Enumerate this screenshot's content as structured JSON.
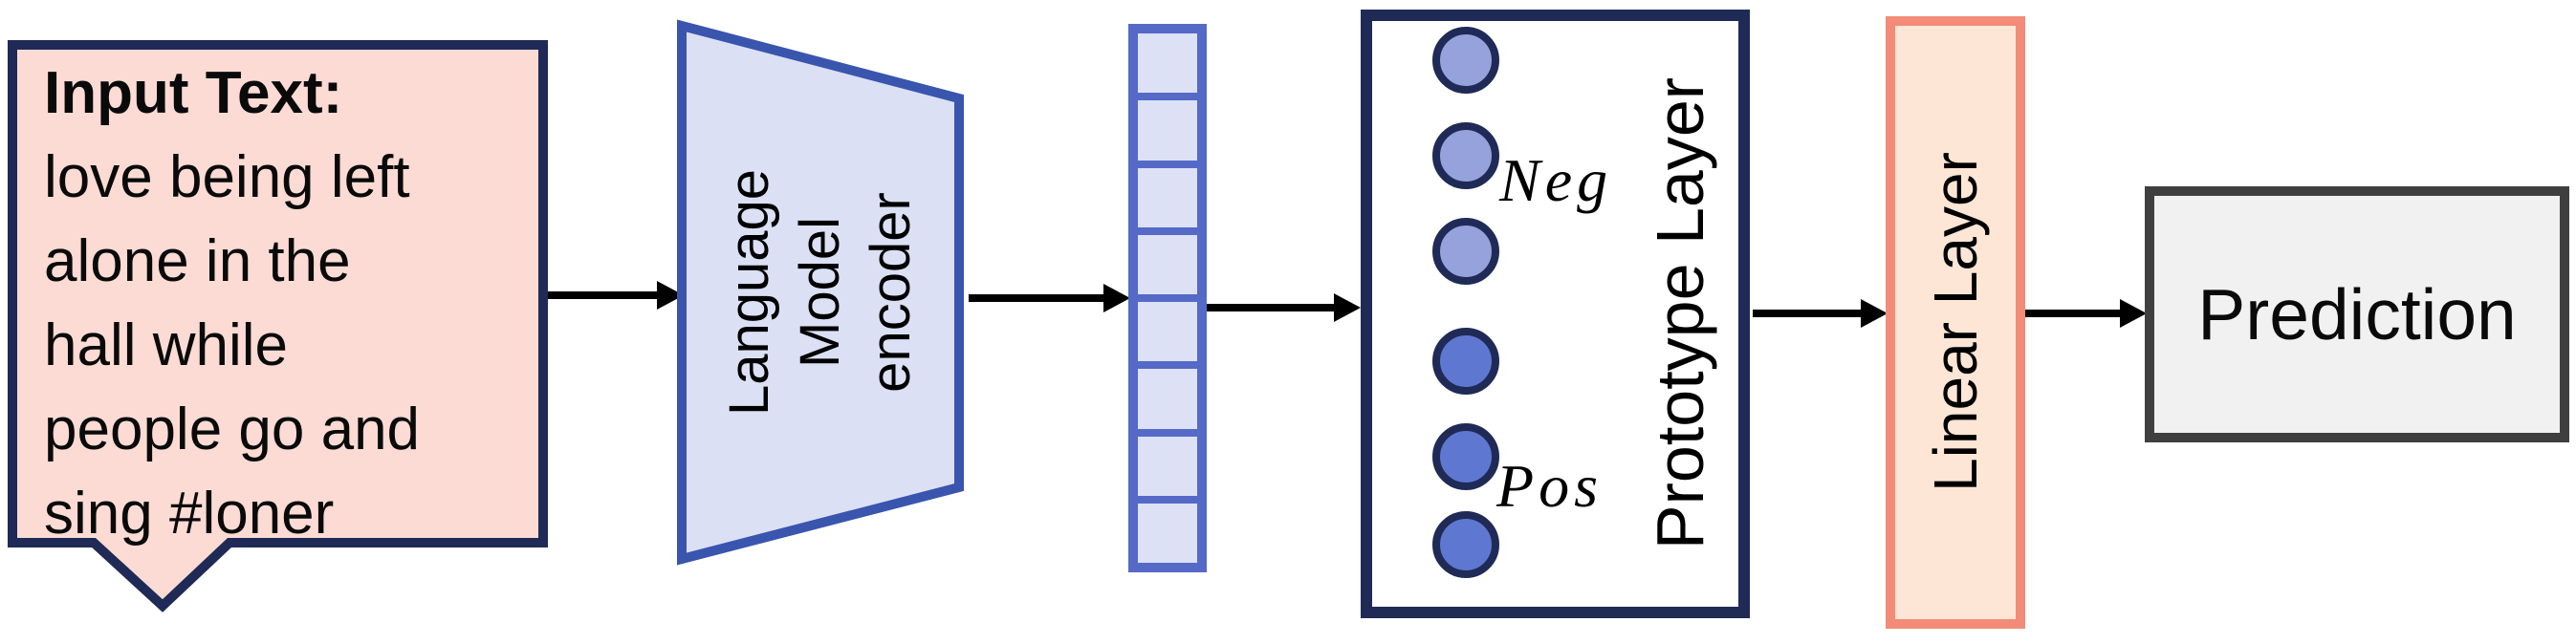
{
  "bubble": {
    "title": "Input Text:",
    "lines": [
      "love being left",
      "alone in the",
      "hall while",
      "people go and",
      "sing #loner"
    ]
  },
  "encoder": {
    "lines": [
      "Language",
      "Model",
      "encoder"
    ]
  },
  "embedding": {
    "cell_count": 8
  },
  "prototype": {
    "label": "Prototype Layer",
    "neg_label": "Neg",
    "pos_label": "Pos",
    "neg_circle_count": 3,
    "pos_circle_count": 3
  },
  "linear": {
    "label": "Linear Layer"
  },
  "prediction": {
    "label": "Prediction"
  },
  "colors": {
    "background": "#FFFFFF",
    "bubble_fill": "#FBDBD4",
    "bubble_border": "#1F2A56",
    "encoder_fill": "#DBE0F4",
    "encoder_border": "#3955AE",
    "vector_fill": "#DCE1F5",
    "vector_border": "#5569C7",
    "prototype_box_border": "#1F2A56",
    "prototype_neg_fill": "#96A2DB",
    "prototype_pos_fill": "#5E78D2",
    "linear_fill": "#FDE6D5",
    "linear_border": "#F28B78",
    "prediction_fill": "#F1F1F1",
    "prediction_border": "#3F3F3F",
    "arrow": "#000000",
    "text": "#0A0A0A"
  }
}
